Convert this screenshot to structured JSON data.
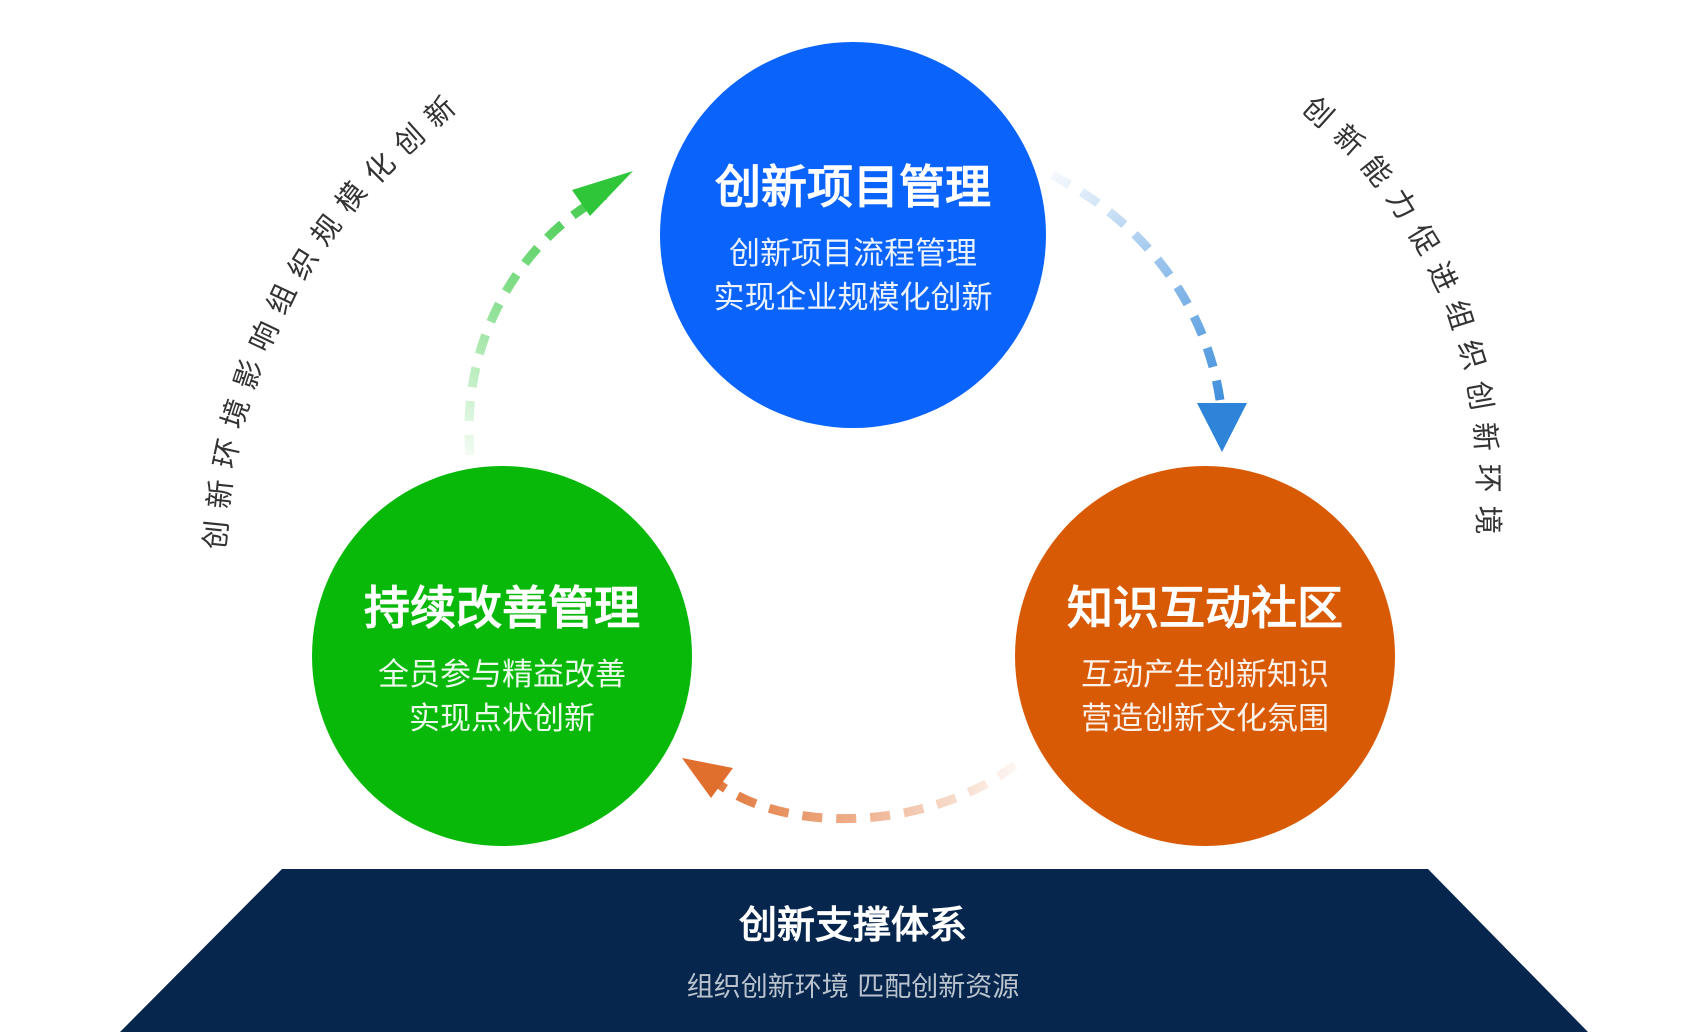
{
  "colors": {
    "top_circle": "#0a63fb",
    "left_circle": "#08b90a",
    "right_circle": "#d95a05",
    "base": "#06264d",
    "arrow_green": "#2fc63a",
    "arrow_blue": "#2d84d8",
    "arrow_orange": "#e06f2e"
  },
  "circles": [
    {
      "id": "top",
      "title": "创新项目管理",
      "lines": [
        "创新项目流程管理",
        "实现企业规模化创新"
      ]
    },
    {
      "id": "left",
      "title": "持续改善管理",
      "lines": [
        "全员参与精益改善",
        "实现点状创新"
      ]
    },
    {
      "id": "right",
      "title": "知识互动社区",
      "lines": [
        "互动产生创新知识",
        "营造创新文化氛围"
      ]
    }
  ],
  "side_texts": {
    "left": "创新环境影响组织规模化创新",
    "right": "创新能力促进组织创新环境"
  },
  "base": {
    "title": "创新支撑体系",
    "subtitle": "组织创新环境   匹配创新资源"
  }
}
